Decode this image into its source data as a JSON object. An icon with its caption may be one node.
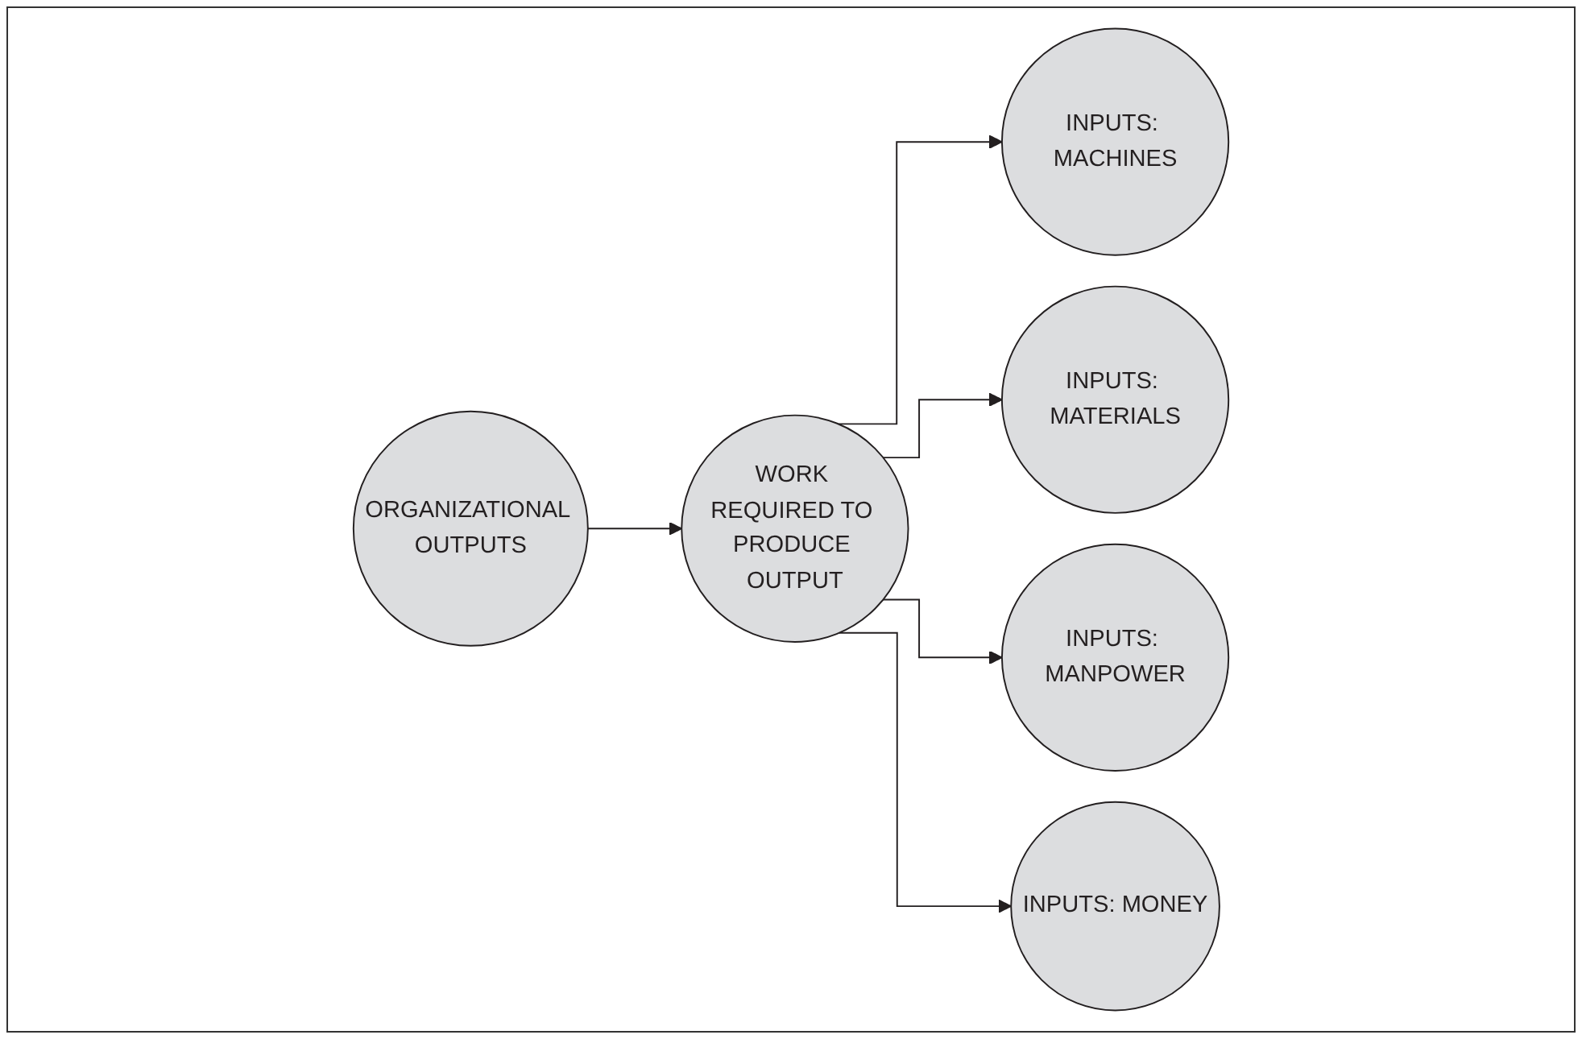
{
  "diagram": {
    "nodes": [
      {
        "text": [
          "ORGANIZATIONAL OUTPUTS"
        ]
      },
      {
        "text": [
          "WORK REQUIRED TO PRODUCE OUTPUT"
        ]
      },
      {
        "text": [
          "INPUTS: MACHINES"
        ]
      },
      {
        "text": [
          "INPUTS: MATERIALS"
        ]
      },
      {
        "text": [
          "INPUTS: MANPOWER"
        ]
      },
      {
        "text": [
          "INPUTS: MONEY"
        ]
      }
    ],
    "edges": [
      {
        "from": 0,
        "to": 1,
        "arrow": "to"
      },
      {
        "from": 1,
        "to": 2,
        "arrow": "to"
      },
      {
        "from": 1,
        "to": 3,
        "arrow": "to"
      },
      {
        "from": 1,
        "to": 4,
        "arrow": "to"
      },
      {
        "from": 1,
        "to": 5,
        "arrow": "to"
      }
    ]
  }
}
